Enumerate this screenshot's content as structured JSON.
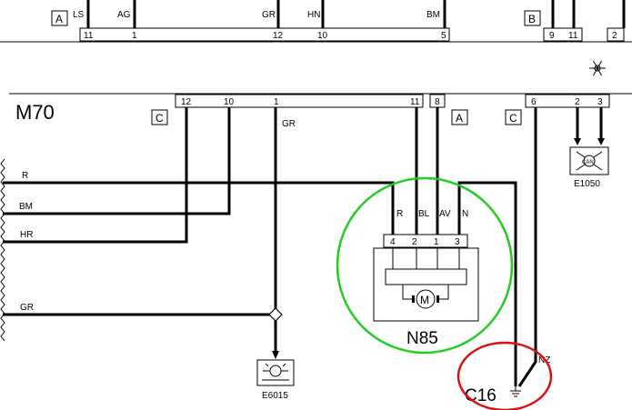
{
  "top_connector": {
    "box_a": "A",
    "box_b": "B",
    "wire_labels": [
      "LS",
      "AG",
      "GR",
      "HN",
      "BM"
    ],
    "pins_left": [
      "11",
      "1",
      "12",
      "10",
      "5"
    ],
    "pins_right": [
      "9",
      "11",
      "2"
    ]
  },
  "module": {
    "name": "M70",
    "box_c1": "C",
    "box_a": "A",
    "box_c2": "C",
    "pins_c1": [
      "12",
      "10",
      "1",
      "11"
    ],
    "pin_a": "8",
    "pins_c2": [
      "6",
      "2",
      "3"
    ],
    "wire_gr": "GR"
  },
  "left_wires": [
    "R",
    "BM",
    "HR",
    "GR"
  ],
  "motor": {
    "wire_labels": [
      "R",
      "BL",
      "AV",
      "N"
    ],
    "pins": [
      "4",
      "2",
      "1",
      "3"
    ],
    "symbol": "M",
    "name": "N85"
  },
  "components": {
    "e6015": "E6015",
    "e1050": "E1050",
    "e1050_inner": "CAN"
  },
  "ground": {
    "name": "C16",
    "wire": "NZ"
  },
  "colors": {
    "highlight_green": "#22cc22",
    "highlight_red": "#dd1111"
  }
}
